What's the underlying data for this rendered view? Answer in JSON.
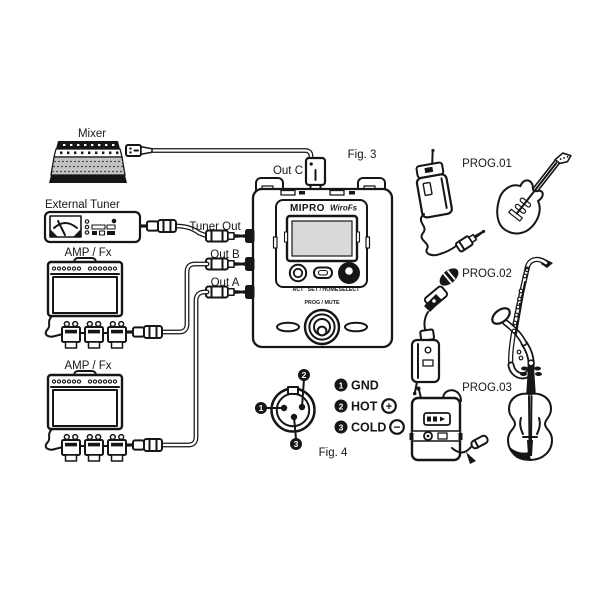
{
  "fig3": {
    "caption": "Fig. 3",
    "mixer": {
      "label": "Mixer"
    },
    "external_tuner": {
      "label": "External Tuner"
    },
    "amp_fx_top": {
      "label": "AMP / Fx"
    },
    "amp_fx_bottom": {
      "label": "AMP / Fx"
    },
    "connections": {
      "out_c": "Out C",
      "tuner_out": "Tuner Out",
      "out_b": "Out B",
      "out_a": "Out A"
    },
    "receiver": {
      "brand": "MIPRO",
      "brand_series": "WiroFs",
      "labels": {
        "act": "ACT",
        "set_home": "SET / HOME",
        "select": "SELECT",
        "prog_mute": "PROG / MUTE"
      }
    },
    "sources": {
      "prog1": "PROG.01",
      "prog2": "PROG.02",
      "prog3": "PROG.03"
    }
  },
  "fig4": {
    "caption": "Fig. 4",
    "pins": [
      {
        "num": "1",
        "label": "GND",
        "sign": ""
      },
      {
        "num": "2",
        "label": "HOT",
        "sign": "+"
      },
      {
        "num": "3",
        "label": "COLD",
        "sign": "−"
      }
    ]
  },
  "colors": {
    "ink": "#161616",
    "lcd_screen": "#d9d9d9",
    "background": "#ffffff"
  }
}
